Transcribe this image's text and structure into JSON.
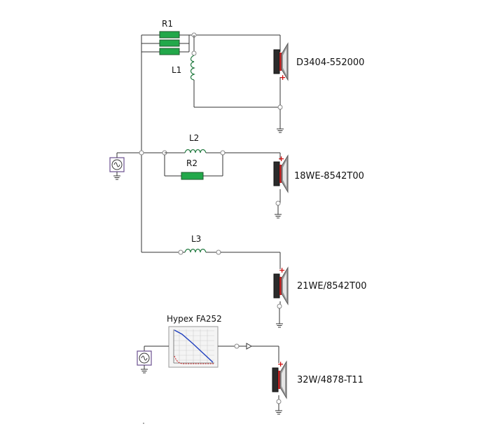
{
  "components": {
    "r1": "R1",
    "l1": "L1",
    "l2": "L2",
    "r2": "R2",
    "l3": "L3",
    "filter": "Hypex FA252"
  },
  "speakers": [
    {
      "label": "D3404-552000"
    },
    {
      "label": "18WE-8542T00"
    },
    {
      "label": "21WE/8542T00"
    },
    {
      "label": "32W/4878-T11"
    }
  ],
  "colors": {
    "resistor": "#22a84a",
    "wire": "#333333",
    "plus_marker": "#d01010",
    "response_line": "#1f3fbf",
    "response_dash": "#d02020"
  },
  "icons": {
    "source": "ac-source-icon",
    "ground": "ground-icon",
    "speaker": "speaker-icon",
    "buffer": "buffer-triangle-icon"
  },
  "markers": {
    "plus": "+"
  }
}
